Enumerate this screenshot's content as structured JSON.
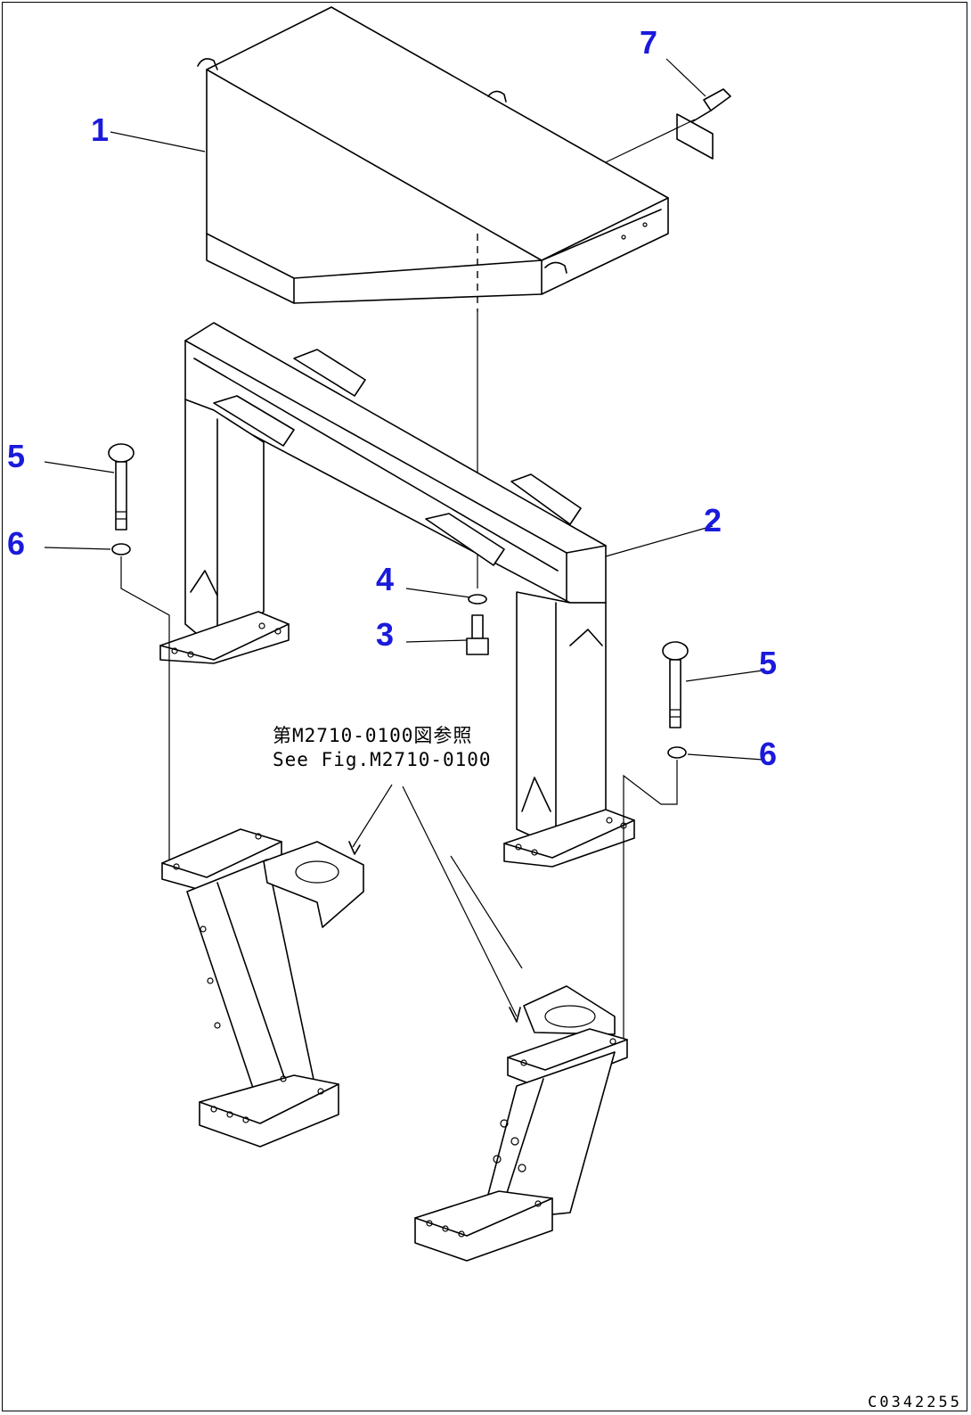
{
  "callouts": {
    "c1": "1",
    "c2": "2",
    "c3": "3",
    "c4": "4",
    "c5_left": "5",
    "c5_right": "5",
    "c6_left": "6",
    "c6_right": "6",
    "c7": "7"
  },
  "reference_note": {
    "line1": "第M2710-0100図参照",
    "line2": "See Fig.M2710-0100"
  },
  "drawing_code": "C0342255",
  "colors": {
    "callout": "#1a1adc",
    "line": "#000000"
  }
}
